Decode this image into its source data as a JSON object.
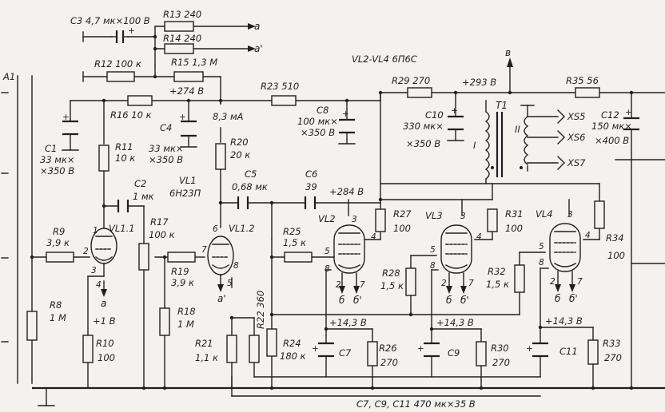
{
  "schematic": {
    "tube_set": "VL2-VL4  6П6С",
    "parts": {
      "C3": "C3 4,7 мк×100 В",
      "R13": "R13 240",
      "R14": "R14 240",
      "R12": "R12 100 к",
      "R15": "R15 1,3 М",
      "R23": "R23 510",
      "R29": "R29 270",
      "R35": "R35 56",
      "R16": "R16 10 к",
      "V274": "+274 В",
      "C1a": "C1",
      "C1b": "33 мк×",
      "C1c": "×350 В",
      "C4a": "C4",
      "C4b": "33 мк×",
      "C4c": "×350 В",
      "C8a": "C8",
      "C8b": "100 мк×",
      "C8c": "×350 В",
      "C10a": "C10",
      "C10b": "330 мк×",
      "C10c": "×350 В",
      "C12a": "C12",
      "C12b": "150 мк×",
      "C12c": "×400 В",
      "I83": "8,3 мА",
      "R11a": "R11",
      "R11b": "10 к",
      "R20a": "R20",
      "R20b": "20 к",
      "C2a": "C2",
      "C2b": "1 мк",
      "VL1a": "VL1",
      "VL1b": "6Н23П",
      "C5a": "C5",
      "C5b": "0,68 мк",
      "C6a": "C6",
      "C6b": "39",
      "V284": "+284 В",
      "VL11": "VL1.1",
      "VL12": "VL1.2",
      "VL2": "VL2",
      "VL3": "VL3",
      "VL4": "VL4",
      "R9a": "R9",
      "R9b": "3,9 к",
      "R17a": "R17",
      "R17b": "100 к",
      "R19a": "R19",
      "R19b": "3,9 к",
      "R25a": "R25",
      "R25b": "1,5 к",
      "R27a": "R27",
      "R27b": "100",
      "R31a": "R31",
      "R31b": "100",
      "R34a": "R34",
      "R34b": "100",
      "R28a": "R28",
      "R28b": "1,5 к",
      "R32a": "R32",
      "R32b": "1,5 к",
      "R8a": "R8",
      "R8b": "1 М",
      "R18a": "R18",
      "R18b": "1 М",
      "R10a": "R10",
      "R10b": "100",
      "V1": "+1 В",
      "R21a": "R21",
      "R21b": "1,1 к",
      "R22": "R22 360",
      "R24a": "R24",
      "R24b": "180 к",
      "R26a": "R26",
      "R26b": "270",
      "R30a": "R30",
      "R30b": "270",
      "R33a": "R33",
      "R33b": "270",
      "C7": "C7",
      "C9": "C9",
      "C11": "C11",
      "V143": "+14,3 В",
      "Cfoot": "C7, C9, C11  470 мк×35 В",
      "V293": "+293 В",
      "T1": "T1",
      "TII": "II",
      "TI": "I",
      "XS5": "XS5",
      "XS6": "XS6",
      "XS7": "XS7",
      "A1": "A1"
    },
    "nodes": {
      "a": "а",
      "a2": "а'",
      "b": "б",
      "b2": "б'",
      "v": "в"
    },
    "pins": {
      "p1": "1",
      "p2": "2",
      "p3": "3",
      "p4": "4",
      "p5": "5",
      "p6": "6",
      "p7": "7",
      "p8": "8"
    }
  }
}
